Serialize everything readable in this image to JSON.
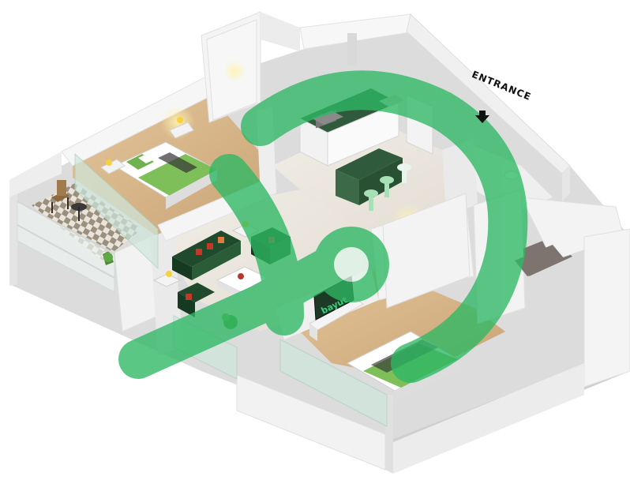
{
  "entrance_label": "ENTRANCE",
  "tv_brand": "bayut",
  "watermark_icon": "bayut-logo-watermark",
  "arrow_icon": "entrance-arrow-icon",
  "colors": {
    "wall": "#f4f4f4",
    "wall_shadow": "#dcdcdc",
    "floor_wood": "#d9b98c",
    "floor_tile": "#ece8e1",
    "sofa": "#1f4b2c",
    "bed_sheet": "#7fbf5a",
    "counter": "#2f5a3c",
    "watermark": "#2eb864",
    "glass": "#cfe7dd"
  }
}
